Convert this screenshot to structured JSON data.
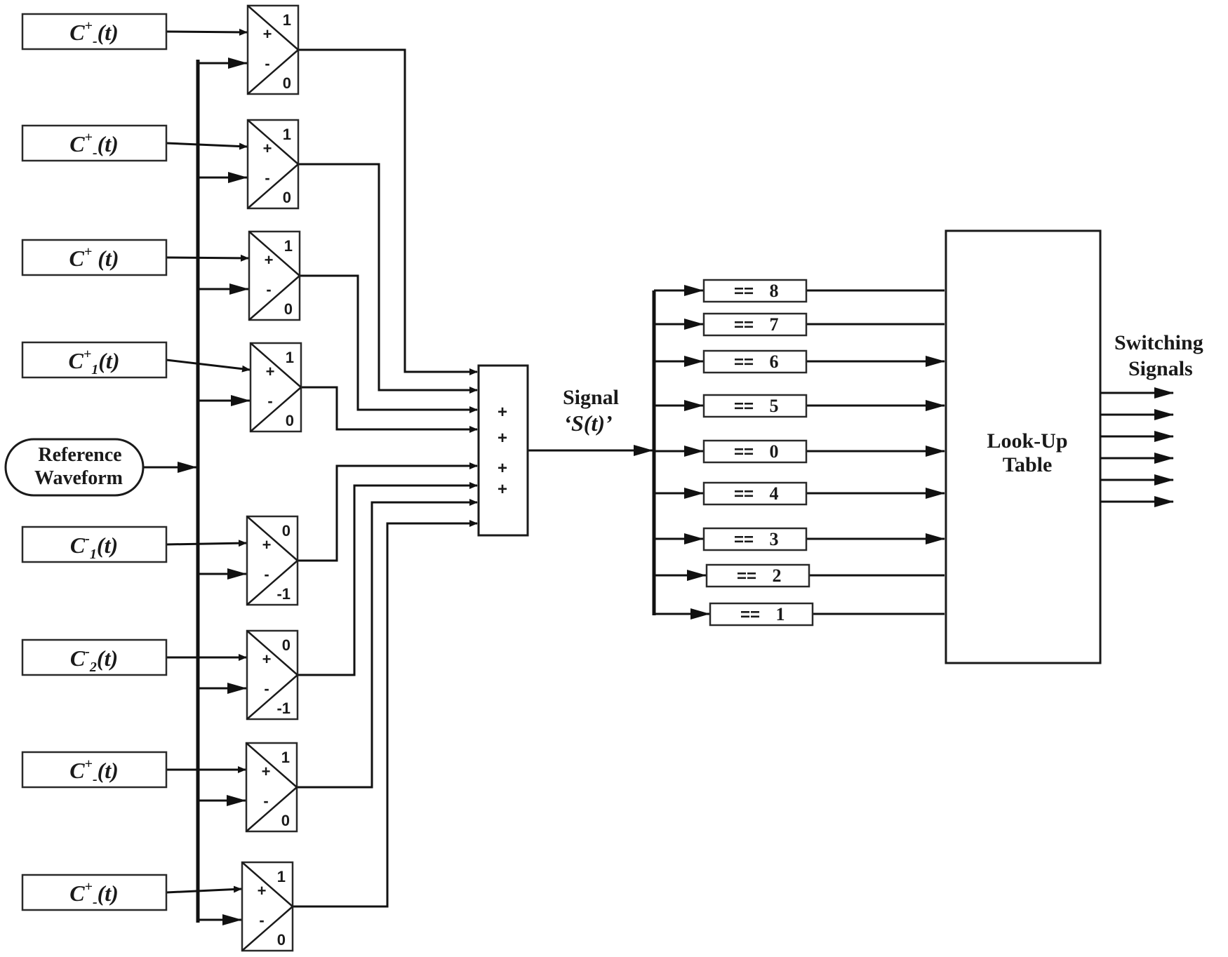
{
  "carrier_inputs": [
    {
      "label": "C",
      "sup": "+",
      "sub": "-",
      "arg": "(t)"
    },
    {
      "label": "C",
      "sup": "+",
      "sub": "-",
      "arg": "(t)"
    },
    {
      "label": "C",
      "sup": "+",
      "sub": "",
      "arg": " (t)"
    },
    {
      "label": "C",
      "sup": "+",
      "sub": "1",
      "arg": "(t)"
    },
    {
      "label": "C",
      "sup": "-",
      "sub": "1",
      "arg": "(t)"
    },
    {
      "label": "C",
      "sup": "-",
      "sub": "2",
      "arg": "(t)"
    },
    {
      "label": "C",
      "sup": "+",
      "sub": "-",
      "arg": "(t)"
    },
    {
      "label": "C",
      "sup": "+",
      "sub": "-",
      "arg": "(t)"
    }
  ],
  "reference": {
    "line1": "Reference",
    "line2": "Waveform"
  },
  "comparators": [
    {
      "plus": "+",
      "minus": "-",
      "high": "1",
      "low": "0"
    },
    {
      "plus": "+",
      "minus": "-",
      "high": "1",
      "low": "0"
    },
    {
      "plus": "+",
      "minus": "-",
      "high": "1",
      "low": "0"
    },
    {
      "plus": "+",
      "minus": "-",
      "high": "1",
      "low": "0"
    },
    {
      "plus": "+",
      "minus": "-",
      "high": "0",
      "low": "-1"
    },
    {
      "plus": "+",
      "minus": "-",
      "high": "0",
      "low": "-1"
    },
    {
      "plus": "+",
      "minus": "-",
      "high": "1",
      "low": "0"
    },
    {
      "plus": "+",
      "minus": "-",
      "high": "1",
      "low": "0"
    }
  ],
  "summer": {
    "signs": [
      "+",
      "+",
      "+",
      "+"
    ]
  },
  "signal": {
    "line1": "Signal",
    "line2": "‘S(t)’"
  },
  "equality_blocks": [
    {
      "op": "==",
      "value": "8"
    },
    {
      "op": "==",
      "value": "7"
    },
    {
      "op": "==",
      "value": "6"
    },
    {
      "op": "==",
      "value": "5"
    },
    {
      "op": "==",
      "value": "0"
    },
    {
      "op": "==",
      "value": "4"
    },
    {
      "op": "==",
      "value": "3"
    },
    {
      "op": "==",
      "value": "2"
    },
    {
      "op": "==",
      "value": "1"
    }
  ],
  "lookup_table": {
    "line1": "Look-Up",
    "line2": "Table"
  },
  "output": {
    "line1": "Switching",
    "line2": "Signals",
    "count": 6
  }
}
